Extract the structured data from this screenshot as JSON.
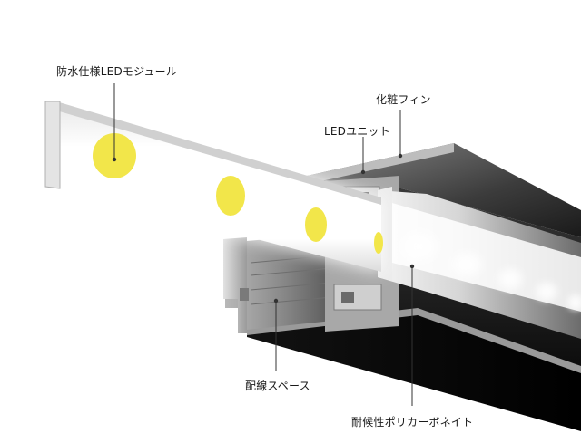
{
  "callouts": {
    "led_module": "防水仕様LEDモジュール",
    "decorative_fin": "化粧フィン",
    "led_unit": "LEDユニット",
    "wiring_space": "配線スペース",
    "polycarbonate": "耐候性ポリカーボネイト"
  },
  "colors": {
    "led_chip": "#f2e64a",
    "profile_dark": "#2a2a2a",
    "profile_light": "#c8c8c8",
    "glow": "#ffffff"
  }
}
